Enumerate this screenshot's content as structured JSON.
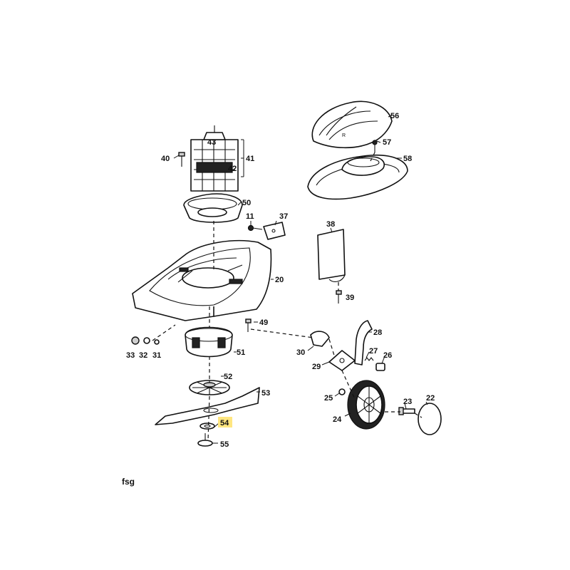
{
  "labels": {
    "p11": "11",
    "p20": "20",
    "p22": "22",
    "p23": "23",
    "p24": "24",
    "p25": "25",
    "p26": "26",
    "p27": "27",
    "p28": "28",
    "p29": "29",
    "p30": "30",
    "p31": "31",
    "p32": "32",
    "p33": "33",
    "p37": "37",
    "p38": "38",
    "p39": "39",
    "p40": "40",
    "p41": "41",
    "p42": "42",
    "p43": "43",
    "p49": "49",
    "p50": "50",
    "p51": "51",
    "p52": "52",
    "p53": "53",
    "p54": "54",
    "p55": "55",
    "p56": "56",
    "p57": "57",
    "p58": "58"
  },
  "highlighted_part": "54",
  "highlight_color": "#ffe680",
  "footer_text": "fsg"
}
